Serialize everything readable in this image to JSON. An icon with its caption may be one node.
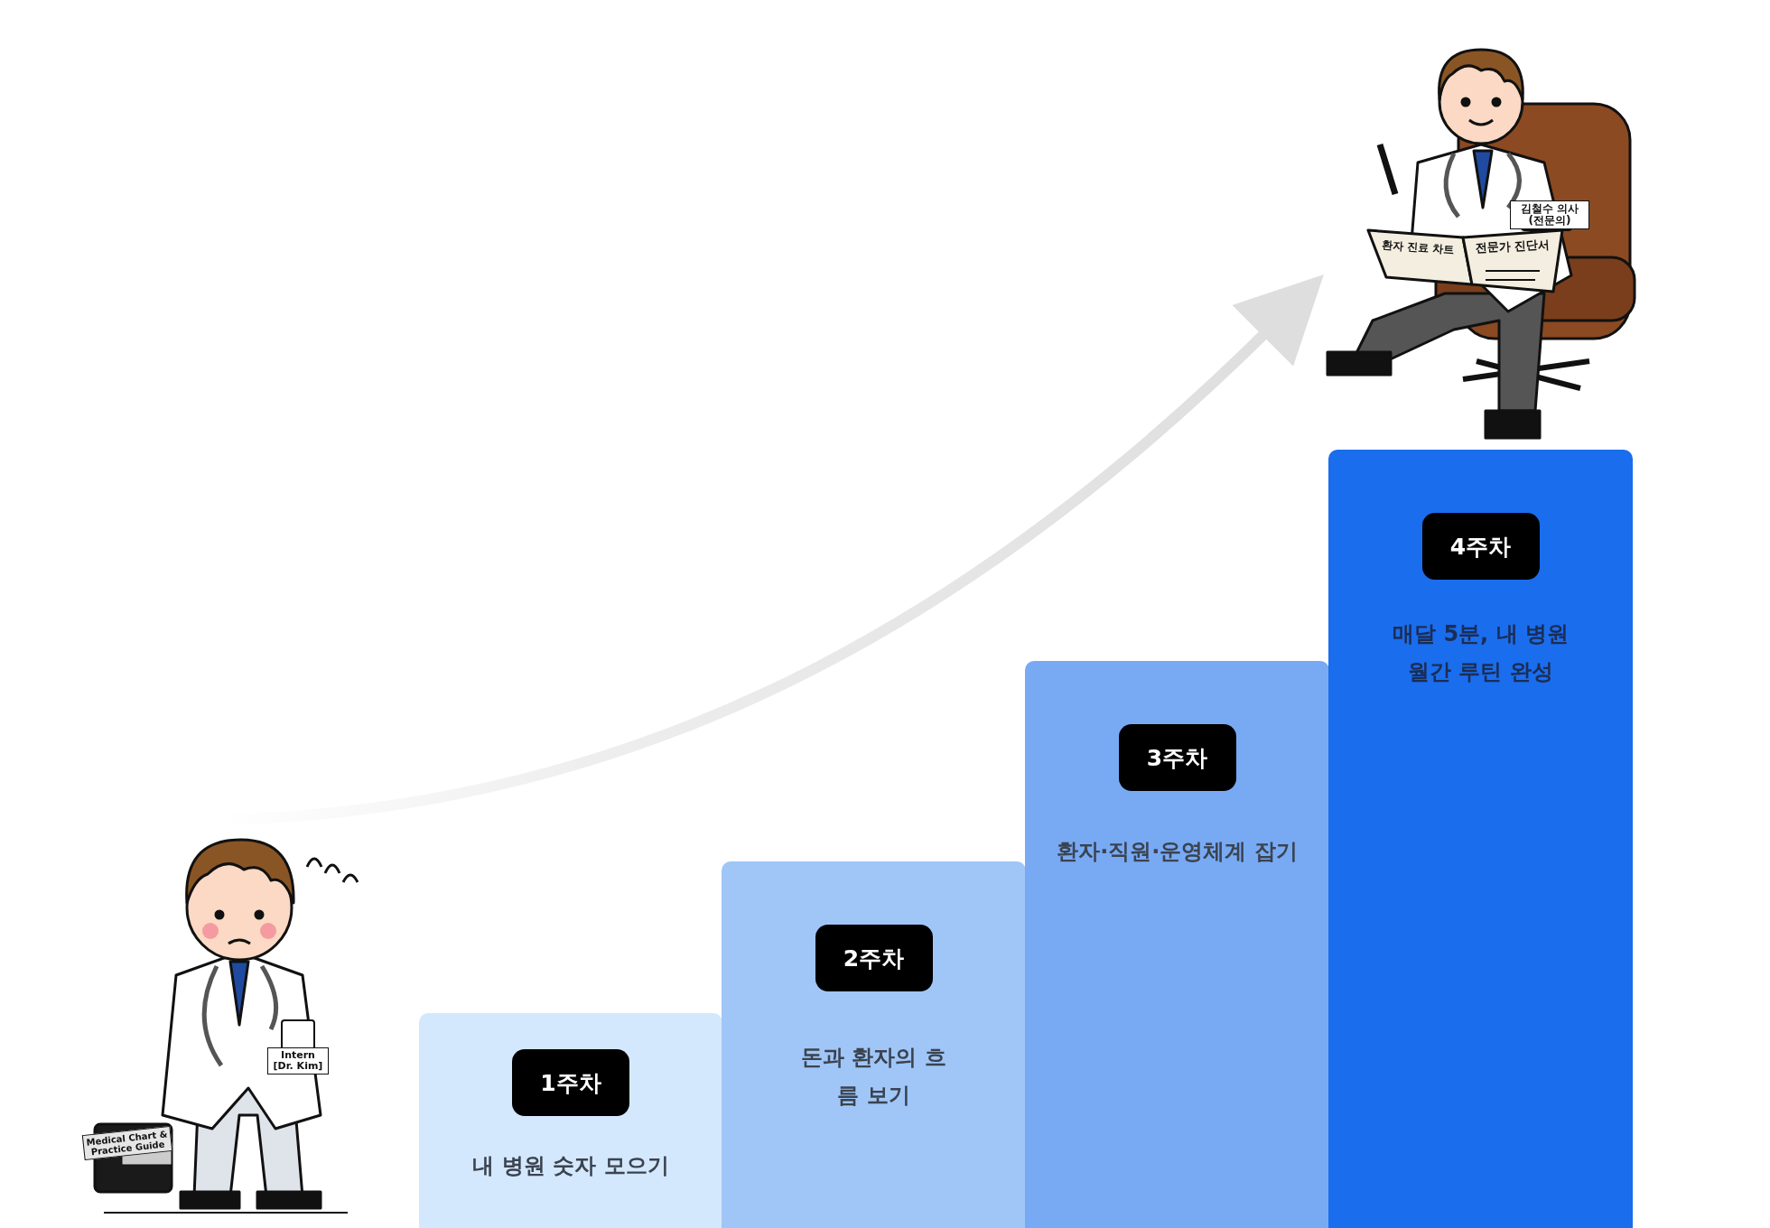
{
  "diagram": {
    "nodes": [
      {
        "text": [
          "1주차",
          "내 병원 숫자 모으기"
        ]
      },
      {
        "text": [
          "2주차",
          "돈과 환자의 흐름 보기"
        ]
      },
      {
        "text": [
          "3주차",
          "환자·직원·운영체계 잡기"
        ]
      },
      {
        "text": [
          "4주차",
          "매달 5분, 내 병원 월간 루틴 완성"
        ]
      },
      {
        "text": [],
        "shape": "person"
      },
      {
        "text": [],
        "shape": "person"
      }
    ],
    "edges": [
      {
        "from": 4,
        "to": 5,
        "arrow": "to"
      }
    ],
    "labels": [
      "김철수 의사 (전문의)",
      "환자 진료 차트",
      "전문가 진단서",
      "Intern [Dr. Kim]",
      "Medical Chart & Practice Guide"
    ]
  }
}
